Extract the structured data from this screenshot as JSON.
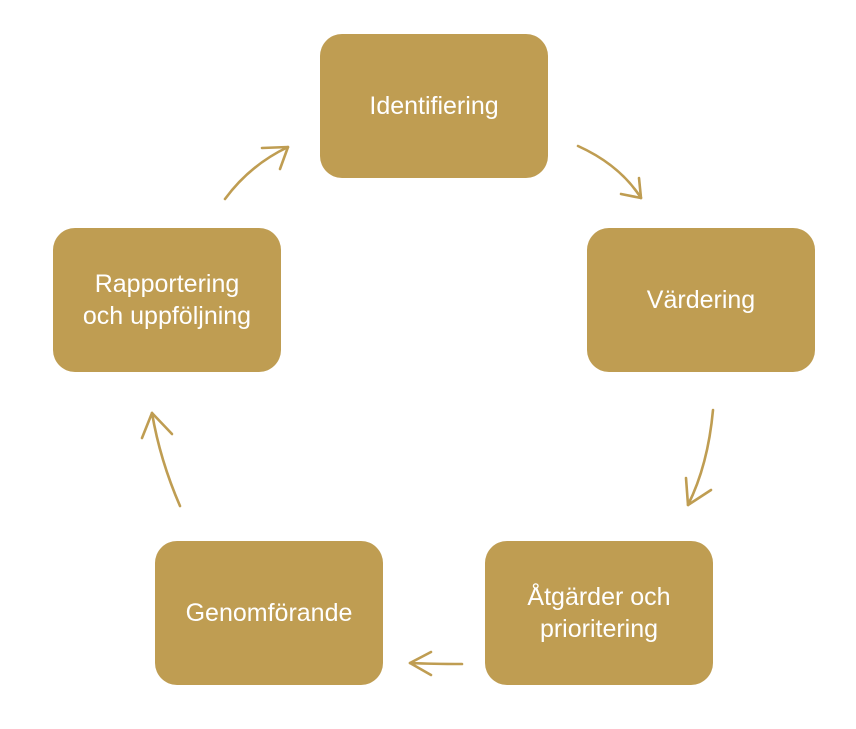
{
  "diagram": {
    "accent_color": "#bf9d52",
    "text_color": "#ffffff",
    "nodes": {
      "identifiering": {
        "line1": "Identifiering",
        "line2": ""
      },
      "vardering": {
        "line1": "Värdering",
        "line2": ""
      },
      "atgarder": {
        "line1": "Åtgärder och",
        "line2": "prioritering"
      },
      "genomforande": {
        "line1": "Genomförande",
        "line2": ""
      },
      "rapportering": {
        "line1": "Rapportering",
        "line2": "och uppföljning"
      }
    },
    "cycle_order": [
      "identifiering",
      "vardering",
      "atgarder",
      "genomforande",
      "rapportering"
    ]
  }
}
